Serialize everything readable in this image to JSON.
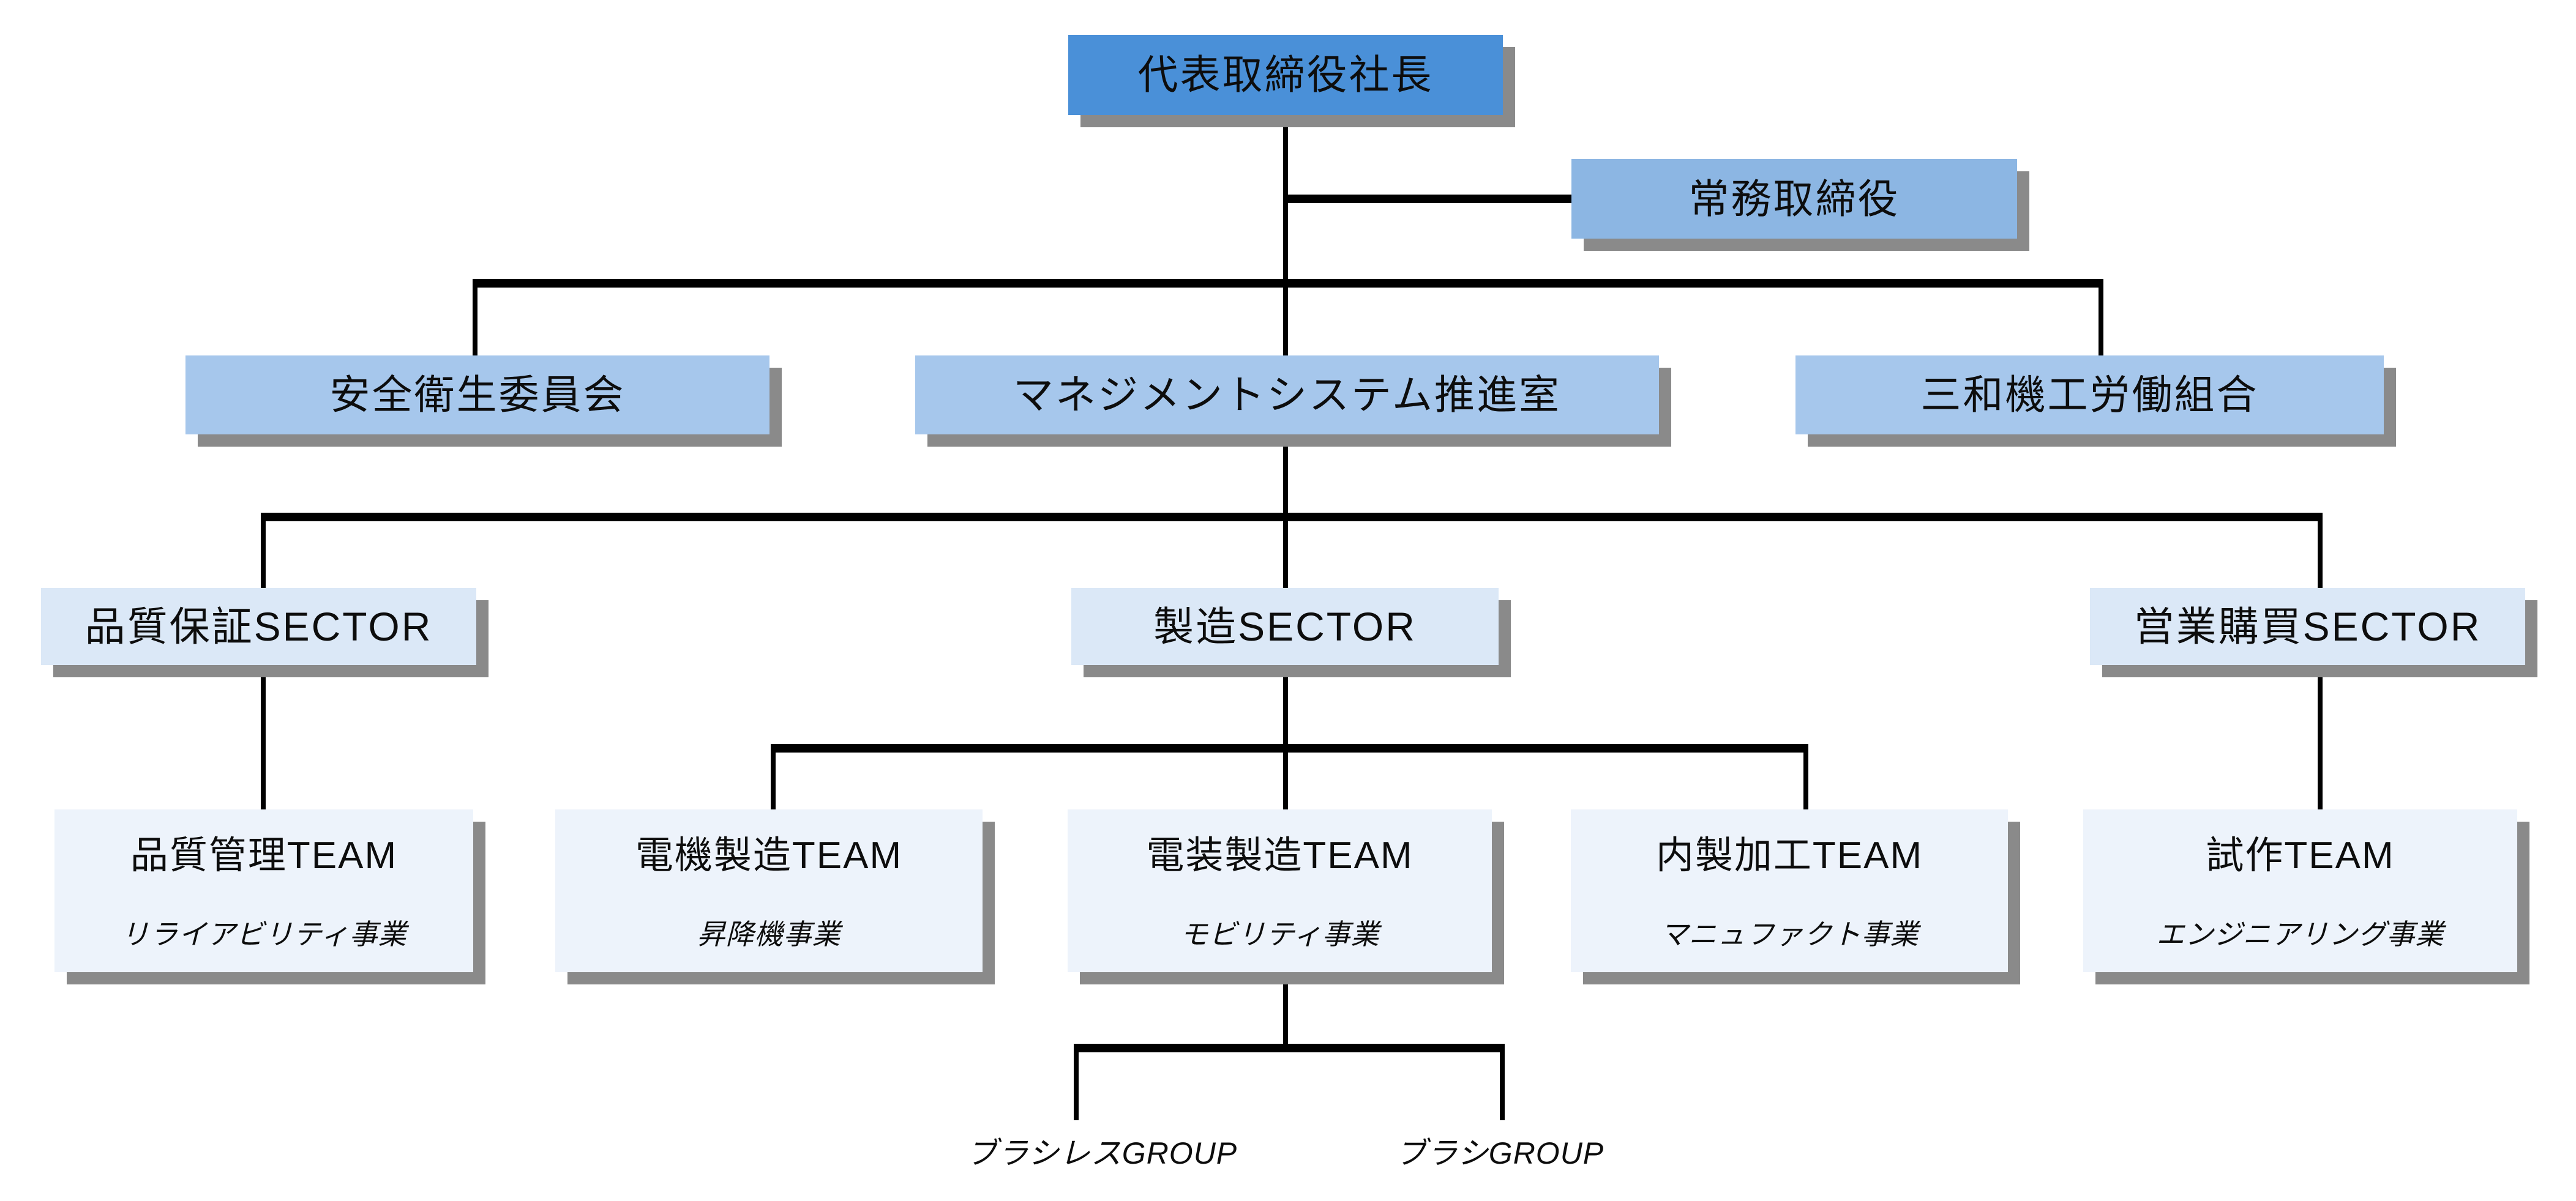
{
  "palette": {
    "c-president": "#4a90d8",
    "c-director": "#8cb6e3",
    "c-staff": "#a6c7ec",
    "c-sector": "#dbe8f7",
    "c-team": "#edf3fb",
    "c-shadow": "#8a8a8a",
    "c-line": "#000000"
  },
  "org": {
    "president": {
      "label": "代表取締役社長"
    },
    "managing_director": {
      "label": "常務取締役"
    },
    "staff_level": [
      {
        "label": "安全衛生委員会"
      },
      {
        "label": "マネジメントシステム推進室"
      },
      {
        "label": "三和機工労働組合"
      }
    ],
    "sectors": [
      {
        "label": "品質保証SECTOR"
      },
      {
        "label": "製造SECTOR"
      },
      {
        "label": "営業購買SECTOR"
      }
    ],
    "teams": [
      {
        "title": "品質管理TEAM",
        "subtitle": "リライアビリティ事業"
      },
      {
        "title": "電機製造TEAM",
        "subtitle": "昇降機事業"
      },
      {
        "title": "電装製造TEAM",
        "subtitle": "モビリティ事業"
      },
      {
        "title": "内製加工TEAM",
        "subtitle": "マニュファクト事業"
      },
      {
        "title": "試作TEAM",
        "subtitle": "エンジニアリング事業"
      }
    ],
    "groups": [
      {
        "label": "ブラシレスGROUP"
      },
      {
        "label": "ブラシGROUP"
      }
    ]
  }
}
